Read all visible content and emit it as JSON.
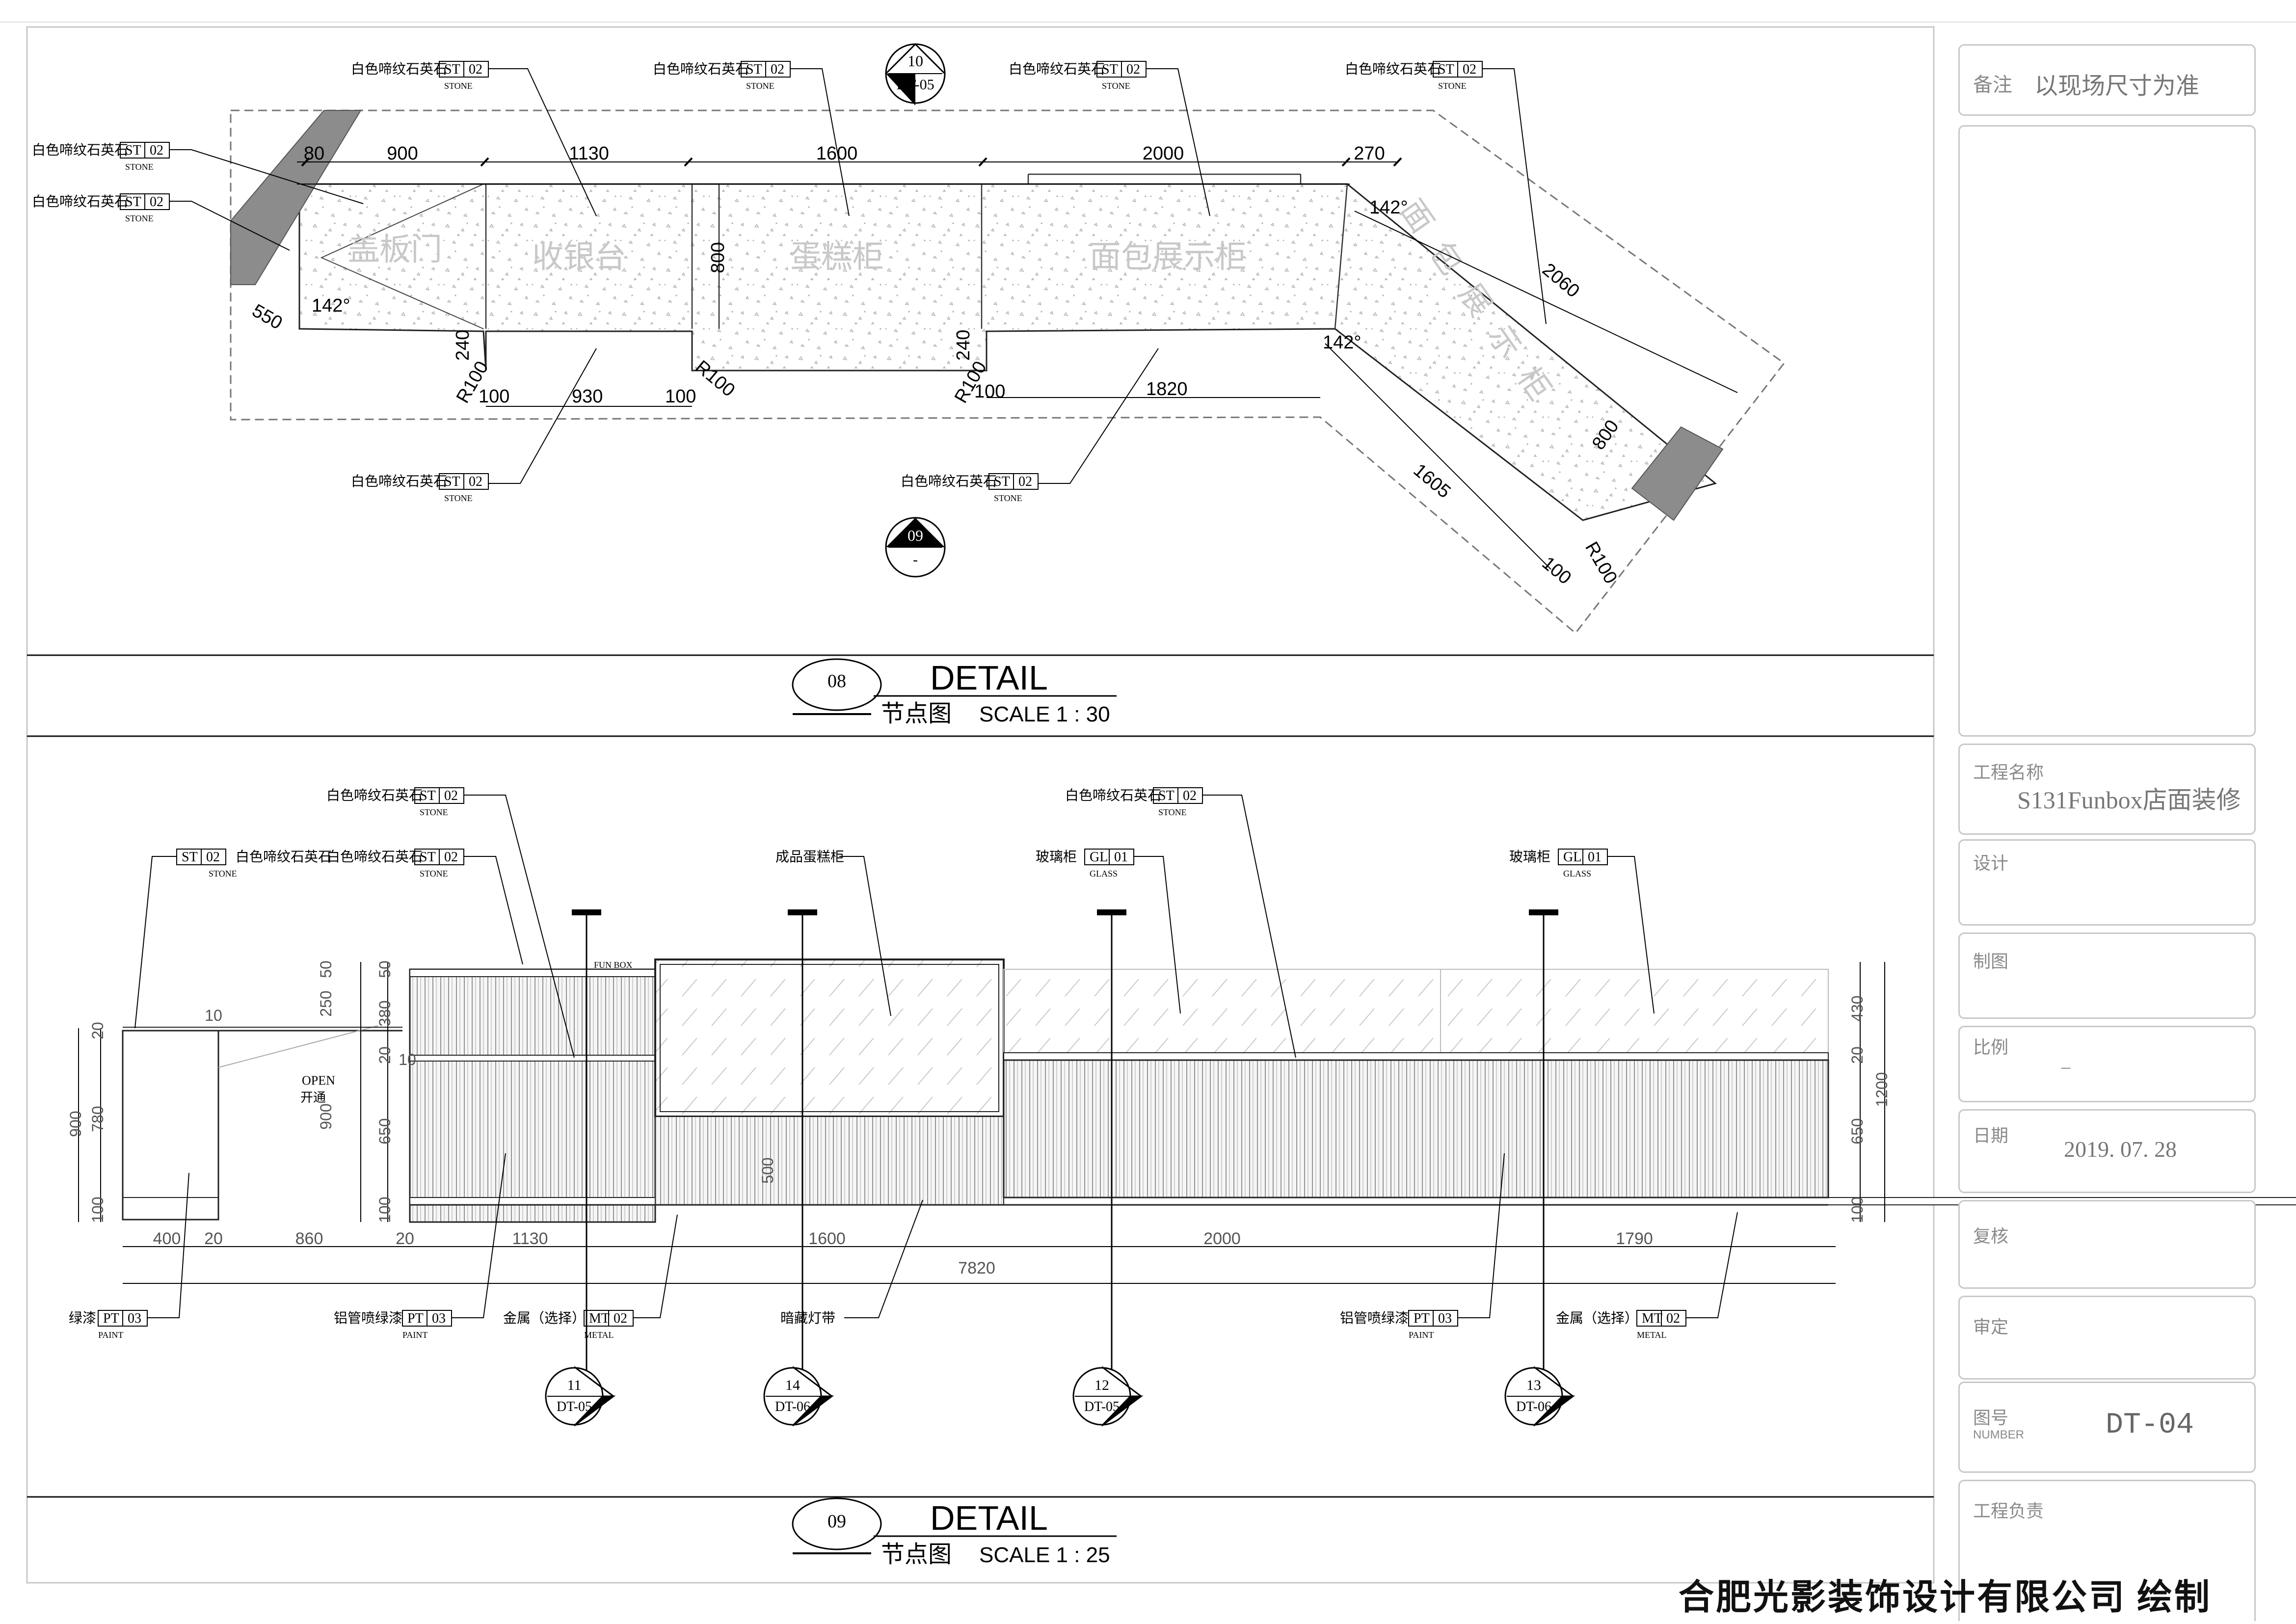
{
  "material_tags": {
    "stone": {
      "name": "白色啼纹石英石",
      "code": "ST",
      "num": "02",
      "sub": "STONE"
    },
    "glass": {
      "name": "玻璃柜",
      "code": "GL",
      "num": "01",
      "sub": "GLASS"
    },
    "paint_green": {
      "name": "绿漆",
      "code": "PT",
      "num": "03",
      "sub": "PAINT"
    },
    "paint_alu": {
      "name": "铝管喷绿漆",
      "code": "PT",
      "num": "03",
      "sub": "PAINT"
    },
    "metal": {
      "name": "金属（选择）",
      "code": "MT",
      "num": "02",
      "sub": "METAL"
    }
  },
  "plan": {
    "zones": [
      "盖板门",
      "收银台",
      "蛋糕柜",
      "面包展示柜",
      "面包展示柜"
    ],
    "dims_top": [
      "80",
      "900",
      "1130",
      "1600",
      "2000",
      "270"
    ],
    "dims_misc": {
      "depth": "800",
      "left_angle": "142°",
      "right_angle_top": "142°",
      "right_angle_bottom": "142°",
      "left_diag": "550",
      "diag_outer": "2060",
      "diag_inner": "1605",
      "diag_depth": "800",
      "r100": "R100",
      "d240": "240",
      "d100": "100",
      "d930": "930",
      "d1820": "1820"
    },
    "section_top": {
      "num": "10",
      "ref": "DT-05"
    },
    "section_bottom": {
      "num": "09",
      "ref": "-"
    }
  },
  "detail_top": {
    "num": "08",
    "title": "DETAIL",
    "subtitle": "节点图",
    "scale": "SCALE 1 : 30"
  },
  "elevation": {
    "cake_cabinet": "成品蛋糕柜",
    "brand": "FUN BOX",
    "open_label": "OPEN",
    "open_label_cn": "开通",
    "hidden_light": "暗藏灯带",
    "dims_bottom": [
      "400",
      "20",
      "860",
      "20",
      "1130",
      "1600",
      "2000",
      "1790"
    ],
    "dim_total": "7820",
    "left_dims": [
      "20",
      "780",
      "100",
      "900"
    ],
    "top10": "10",
    "mid_dims": [
      "250",
      "50",
      "380",
      "20",
      "900",
      "650",
      "100",
      "10",
      "50"
    ],
    "right_dims": [
      "430",
      "20",
      "650",
      "100",
      "1200"
    ],
    "dim500": "500",
    "sections": [
      {
        "num": "11",
        "ref": "DT-05"
      },
      {
        "num": "14",
        "ref": "DT-06"
      },
      {
        "num": "12",
        "ref": "DT-05"
      },
      {
        "num": "13",
        "ref": "DT-06"
      }
    ]
  },
  "detail_bottom": {
    "num": "09",
    "title": "DETAIL",
    "subtitle": "节点图",
    "scale": "SCALE 1 : 25"
  },
  "title_block": {
    "remark_label": "备注",
    "remark_value": "以现场尺寸为准",
    "project_label": "工程名称",
    "project_value": "S131Funbox店面装修",
    "design_label": "设计",
    "draw_label": "制图",
    "scale_label": "比例",
    "scale_value": "_",
    "date_label": "日期",
    "date_value": "2019. 07. 28",
    "review_label": "复核",
    "approve_label": "审定",
    "number_label": "图号",
    "number_label_en": "NUMBER",
    "number_value": "DT-04",
    "manager_label": "工程负责"
  },
  "footer": "合肥光影装饰设计有限公司 绘制"
}
